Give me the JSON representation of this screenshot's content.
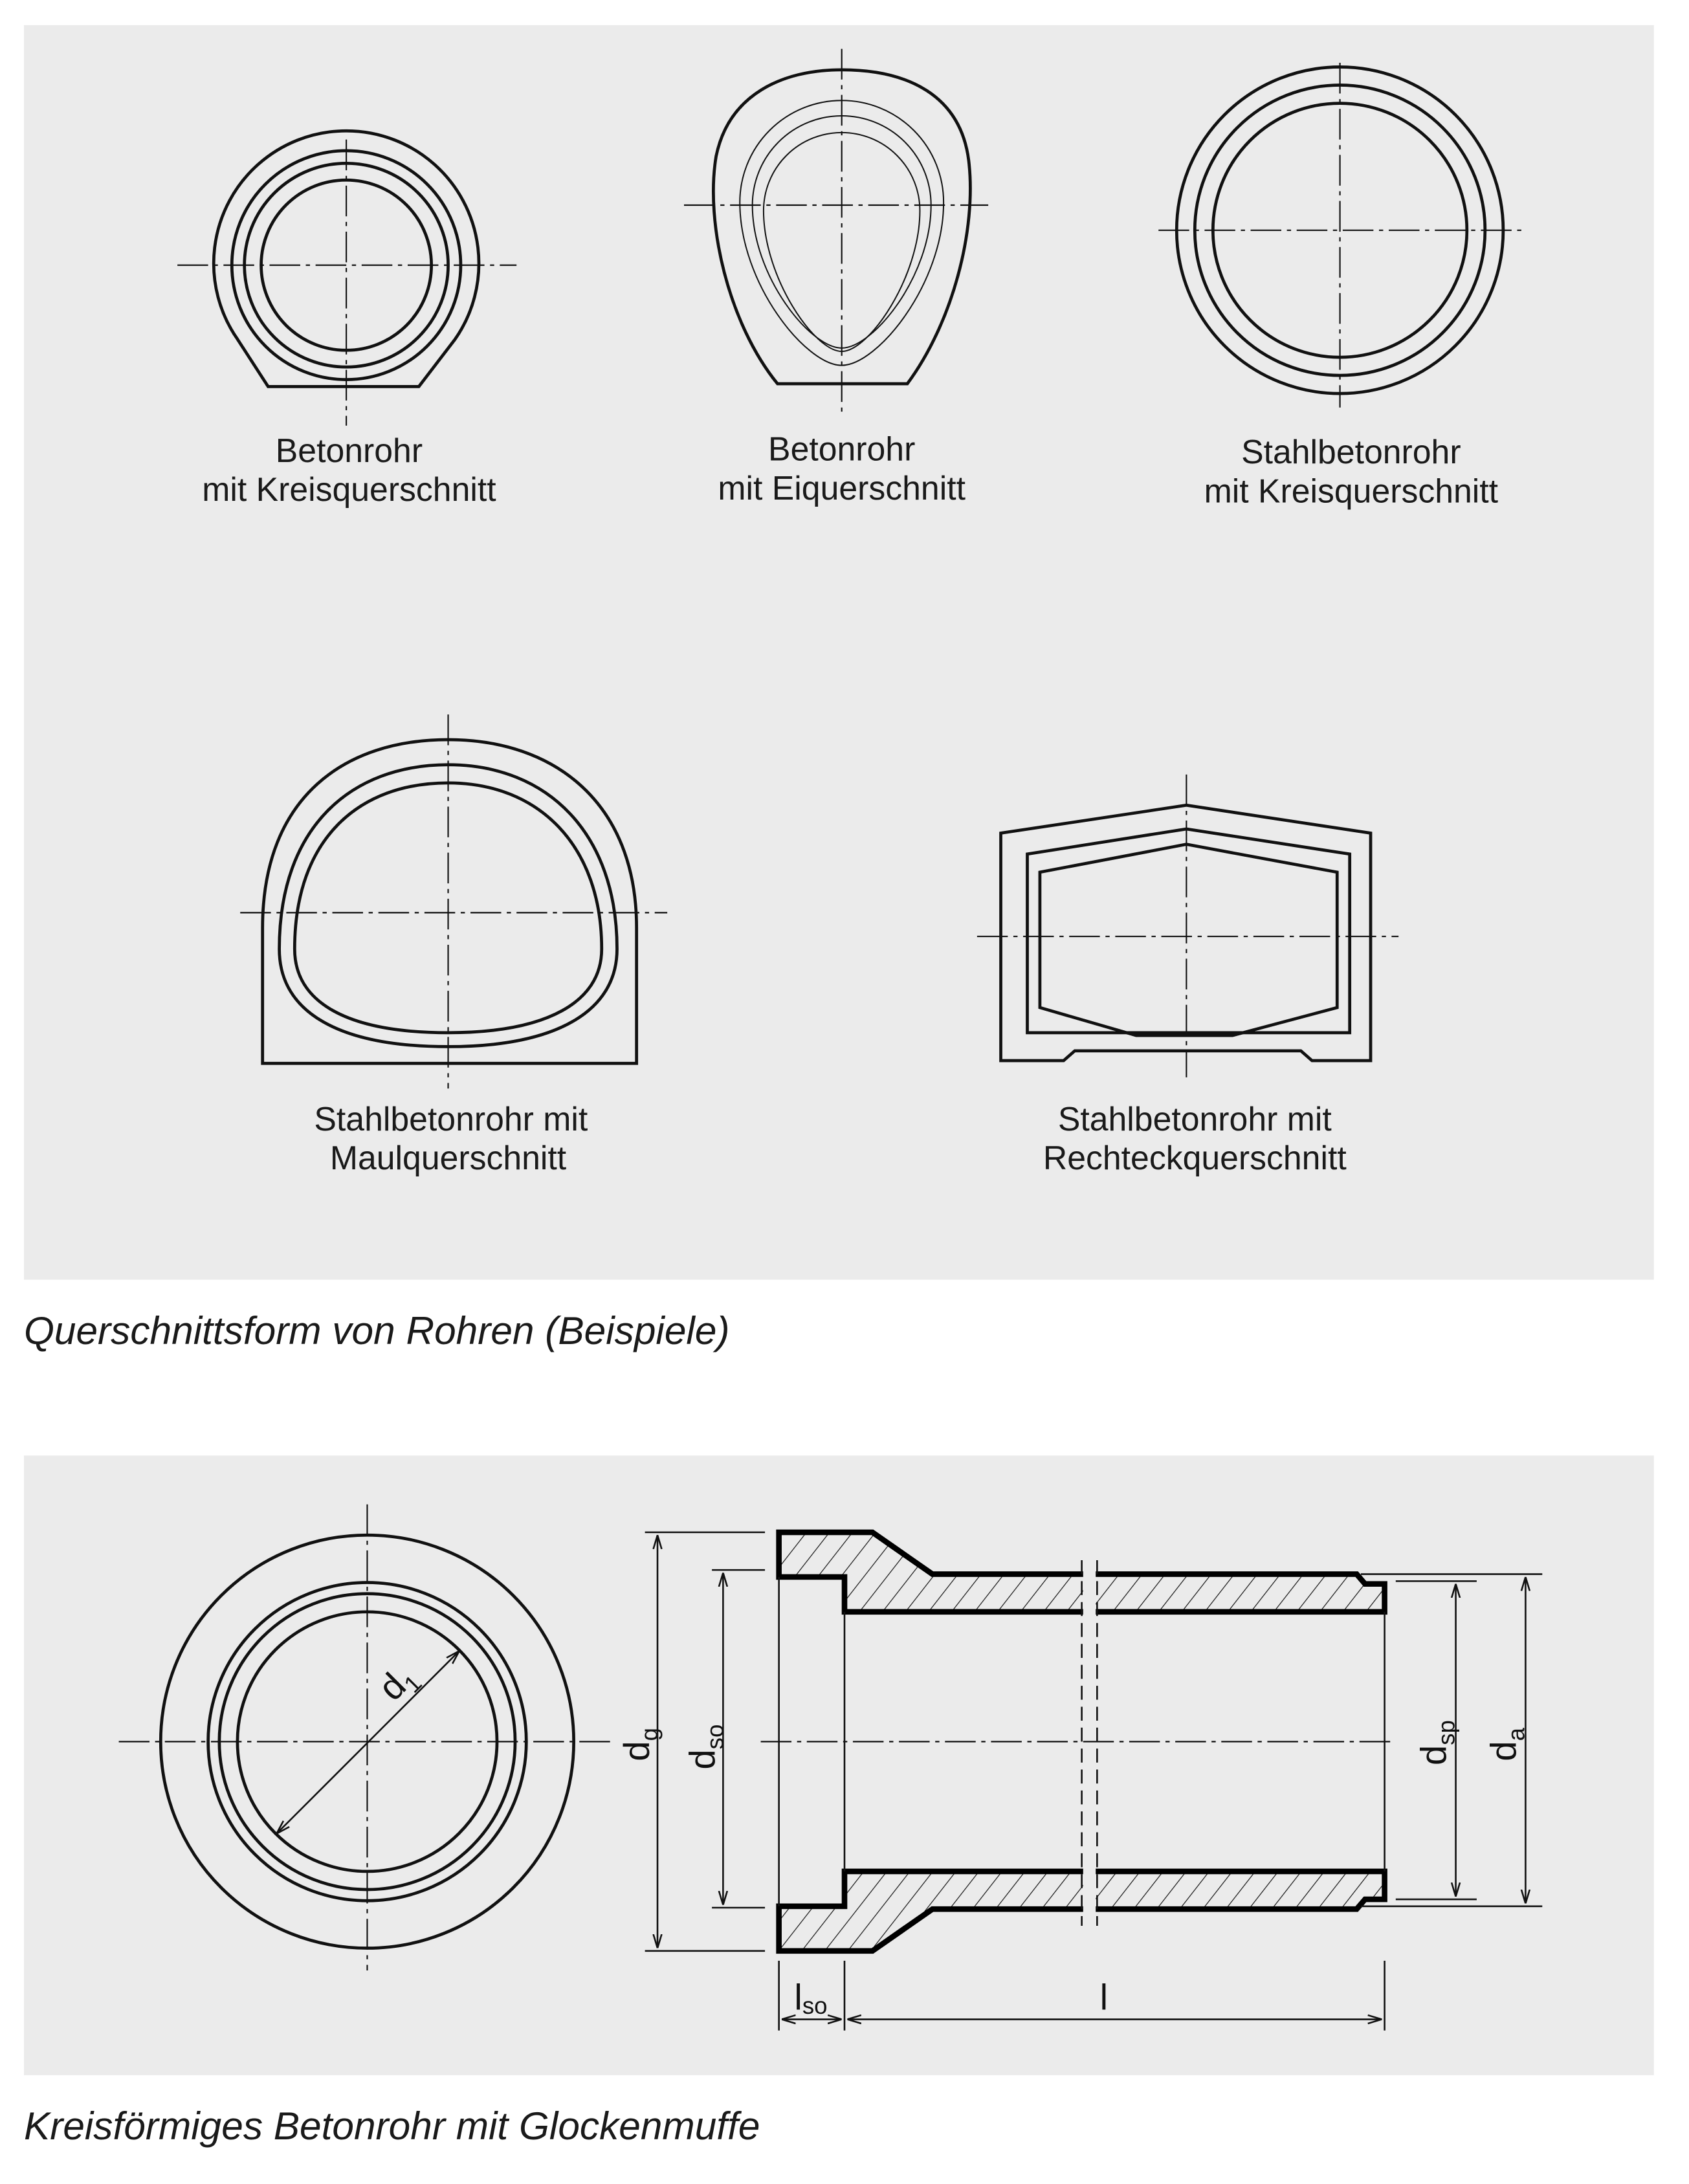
{
  "figure1": {
    "caption": "Querschnittsform von Rohren (Beispiele)",
    "shapes": [
      {
        "line1": "Betonrohr",
        "line2": "mit Kreisquerschnitt"
      },
      {
        "line1": "Betonrohr",
        "line2": "mit Eiquerschnitt"
      },
      {
        "line1": "Stahlbetonrohr",
        "line2": "mit Kreisquerschnitt"
      },
      {
        "line1": "Stahlbetonrohr mit",
        "line2": "Maulquerschnitt"
      },
      {
        "line1": "Stahlbetonrohr mit",
        "line2": "Rechteckquerschnitt"
      }
    ]
  },
  "figure2": {
    "caption": "Kreisförmiges Betonrohr mit Glockenmuffe",
    "dimensions": {
      "d1": {
        "base": "d",
        "sub": "1"
      },
      "dg": {
        "base": "d",
        "sub": "g"
      },
      "dso": {
        "base": "d",
        "sub": "so"
      },
      "dsp": {
        "base": "d",
        "sub": "sp"
      },
      "da": {
        "base": "d",
        "sub": "a"
      },
      "lso": {
        "base": "l",
        "sub": "so"
      },
      "l": {
        "base": "l"
      }
    }
  },
  "colors": {
    "panel_bg": "#ebebeb",
    "line": "#111111"
  }
}
